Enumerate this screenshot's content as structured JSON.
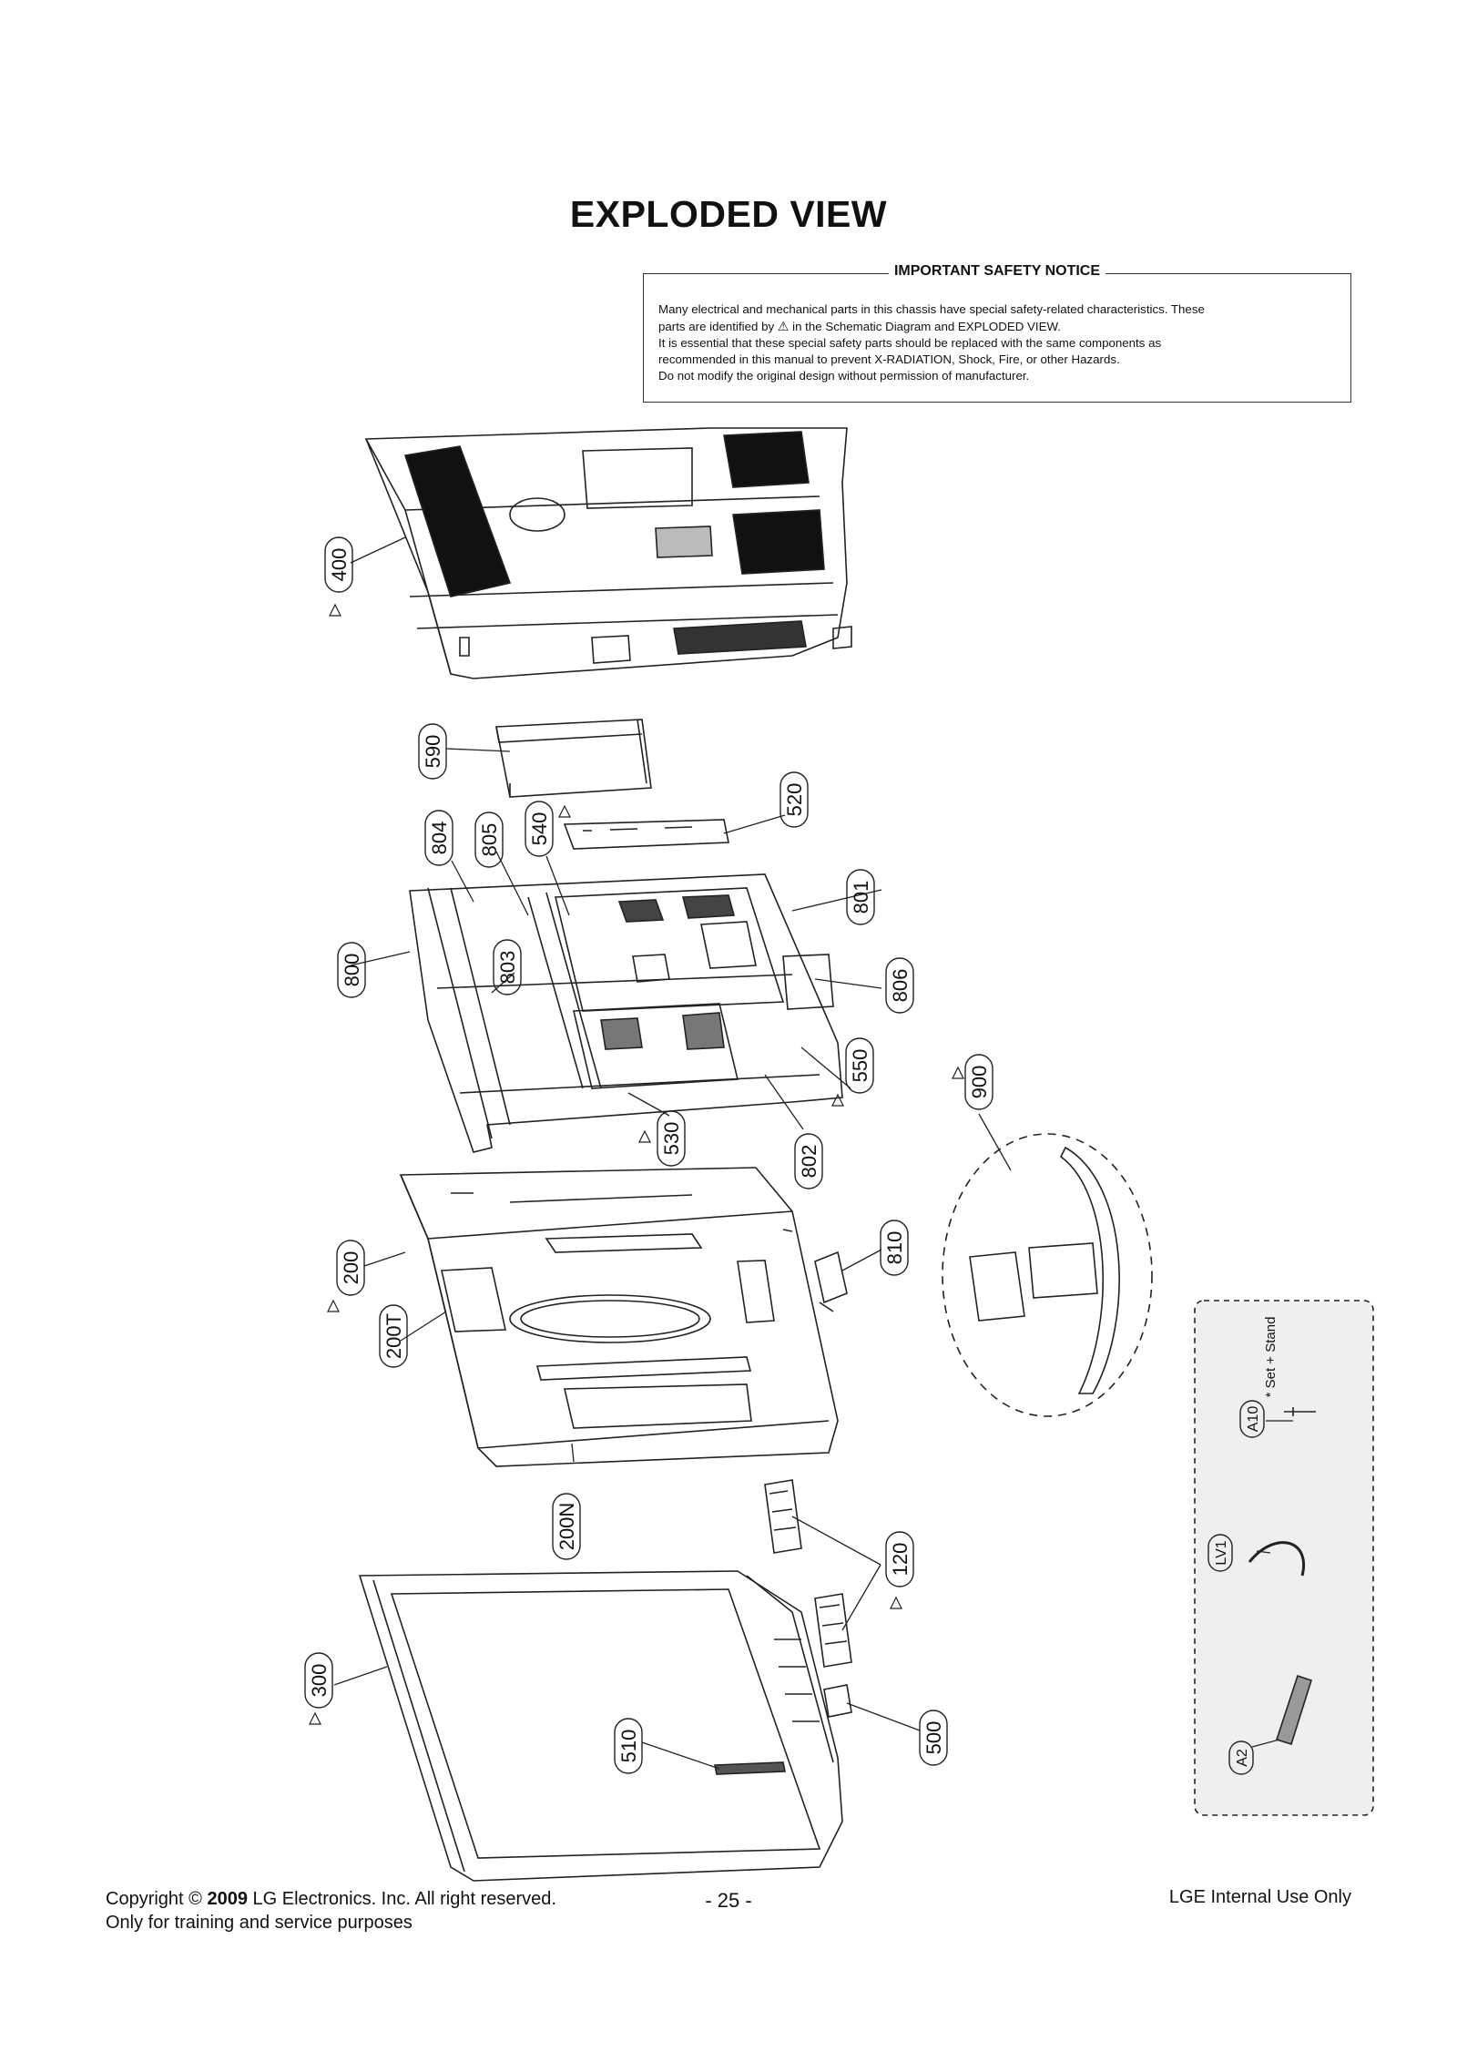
{
  "title": "EXPLODED VIEW",
  "notice": {
    "heading": "IMPORTANT SAFETY NOTICE",
    "line1": "Many electrical and mechanical parts in this chassis have special safety-related characteristics. These",
    "line2a": "parts are identified by",
    "line2b": "in the Schematic Diagram and EXPLODED VIEW.",
    "line3": "It is essential that these special safety parts should be replaced with the same components as",
    "line4": "recommended in this manual to prevent X-RADIATION, Shock, Fire, or other Hazards.",
    "line5": "Do not modify the original design without permission of manufacturer."
  },
  "parts": {
    "p400": "400",
    "p590": "590",
    "p804": "804",
    "p805": "805",
    "p540": "540",
    "p520": "520",
    "p801": "801",
    "p800": "800",
    "p803": "803",
    "p806": "806",
    "p550": "550",
    "p530": "530",
    "p802": "802",
    "p900": "900",
    "p200": "200",
    "p200T": "200T",
    "p810": "810",
    "p200N": "200N",
    "p120": "120",
    "p300": "300",
    "p510": "510",
    "p500": "500",
    "pA10": "A10",
    "pLV1": "LV1",
    "pA2": "A2"
  },
  "accessory_note": "* Set + Stand",
  "footer": {
    "copyright_prefix": "Copyright ©",
    "year": "2009",
    "copyright_suffix": "LG Electronics. Inc. All right reserved.",
    "purpose": "Only for training and service purposes",
    "page_number": "- 25 -",
    "internal": "LGE Internal Use Only"
  }
}
